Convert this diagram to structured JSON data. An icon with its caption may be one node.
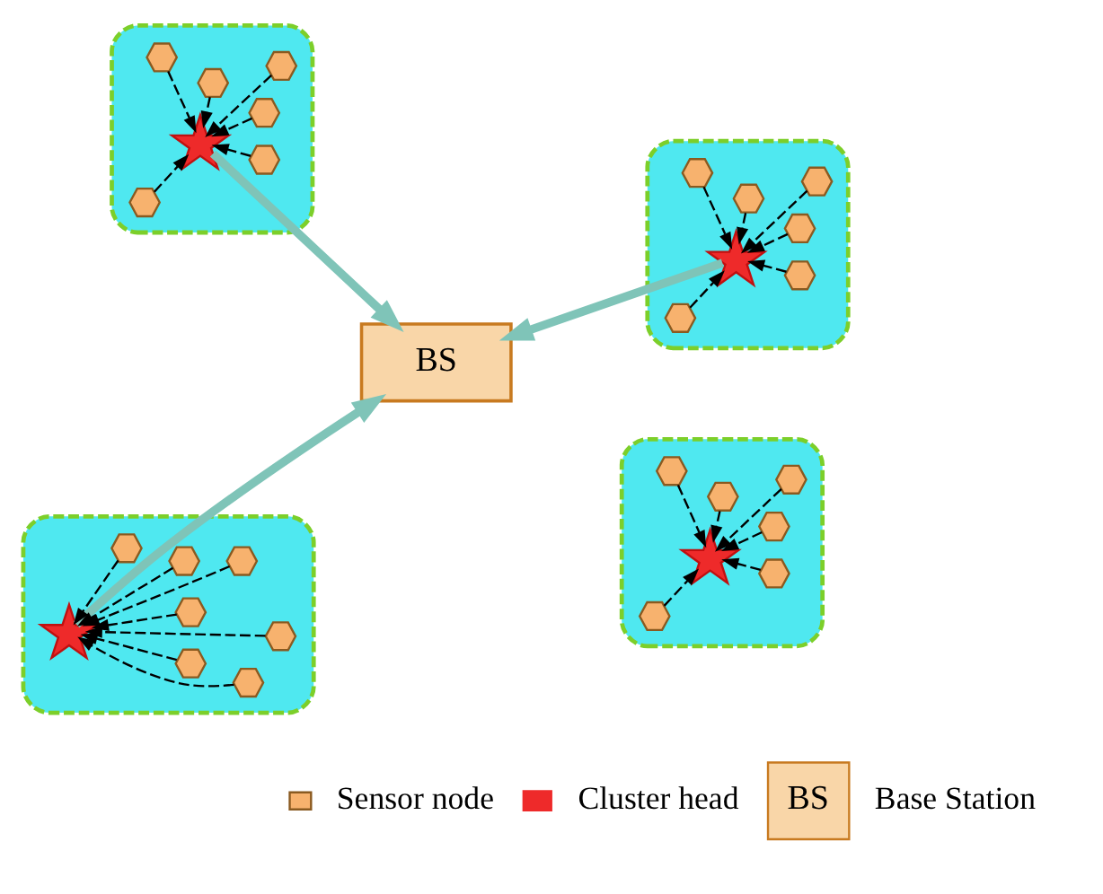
{
  "diagram": {
    "nodes": [
      {
        "text": [
          "BS"
        ]
      },
      {
        "text": [],
        "shape": "ellipse"
      },
      {
        "text": [],
        "shape": "star",
        "in": 1
      },
      {
        "text": [],
        "shape": "hexagon",
        "in": 1
      },
      {
        "text": [],
        "shape": "hexagon",
        "in": 1
      },
      {
        "text": [],
        "shape": "hexagon",
        "in": 1
      },
      {
        "text": [],
        "shape": "hexagon",
        "in": 1
      },
      {
        "text": [],
        "shape": "hexagon",
        "in": 1
      },
      {
        "text": [],
        "shape": "hexagon",
        "in": 1
      },
      {
        "text": [],
        "shape": "ellipse"
      },
      {
        "text": [],
        "shape": "star",
        "in": 9
      },
      {
        "text": [],
        "shape": "hexagon",
        "in": 9
      },
      {
        "text": [],
        "shape": "hexagon",
        "in": 9
      },
      {
        "text": [],
        "shape": "hexagon",
        "in": 9
      },
      {
        "text": [],
        "shape": "hexagon",
        "in": 9
      },
      {
        "text": [],
        "shape": "hexagon",
        "in": 9
      },
      {
        "text": [],
        "shape": "hexagon",
        "in": 9
      },
      {
        "text": [],
        "shape": "ellipse"
      },
      {
        "text": [],
        "shape": "star",
        "in": 17
      },
      {
        "text": [],
        "shape": "hexagon",
        "in": 17
      },
      {
        "text": [],
        "shape": "hexagon",
        "in": 17
      },
      {
        "text": [],
        "shape": "hexagon",
        "in": 17
      },
      {
        "text": [],
        "shape": "hexagon",
        "in": 17
      },
      {
        "text": [],
        "shape": "hexagon",
        "in": 17
      },
      {
        "text": [],
        "shape": "hexagon",
        "in": 17
      },
      {
        "text": [],
        "shape": "ellipse"
      },
      {
        "text": [],
        "shape": "star",
        "in": 25
      },
      {
        "text": [],
        "shape": "hexagon",
        "in": 25
      },
      {
        "text": [],
        "shape": "hexagon",
        "in": 25
      },
      {
        "text": [],
        "shape": "hexagon",
        "in": 25
      },
      {
        "text": [],
        "shape": "hexagon",
        "in": 25
      },
      {
        "text": [],
        "shape": "hexagon",
        "in": 25
      },
      {
        "text": [],
        "shape": "hexagon",
        "in": 25
      },
      {
        "text": [],
        "shape": "hexagon",
        "in": 25
      }
    ],
    "edges": [
      {
        "from": 10,
        "to": 0,
        "arrow": "to",
        "style": "thick",
        "color": "#7fc4b8"
      },
      {
        "from": 26,
        "to": 0,
        "arrow": "to",
        "style": "thick",
        "color": "#7fc4b8"
      },
      {
        "from": 18,
        "to": 0,
        "arrow": "to",
        "style": "thick",
        "color": "#7fc4b8"
      },
      {
        "from": 3,
        "to": 2,
        "arrow": "to",
        "style": "dashed"
      },
      {
        "from": 4,
        "to": 2,
        "arrow": "to",
        "style": "dashed"
      },
      {
        "from": 5,
        "to": 2,
        "arrow": "to",
        "style": "dashed"
      },
      {
        "from": 6,
        "to": 2,
        "arrow": "to",
        "style": "dashed"
      },
      {
        "from": 7,
        "to": 2,
        "arrow": "to",
        "style": "dashed"
      },
      {
        "from": 8,
        "to": 2,
        "arrow": "to",
        "style": "dashed"
      },
      {
        "from": 11,
        "to": 10,
        "arrow": "to",
        "style": "dashed"
      },
      {
        "from": 12,
        "to": 10,
        "arrow": "to",
        "style": "dashed"
      },
      {
        "from": 13,
        "to": 10,
        "arrow": "to",
        "style": "dashed"
      },
      {
        "from": 14,
        "to": 10,
        "arrow": "to",
        "style": "dashed"
      },
      {
        "from": 15,
        "to": 10,
        "arrow": "to",
        "style": "dashed"
      },
      {
        "from": 16,
        "to": 10,
        "arrow": "to",
        "style": "dashed"
      },
      {
        "from": 19,
        "to": 18,
        "arrow": "to",
        "style": "dashed"
      },
      {
        "from": 20,
        "to": 18,
        "arrow": "to",
        "style": "dashed"
      },
      {
        "from": 21,
        "to": 18,
        "arrow": "to",
        "style": "dashed"
      },
      {
        "from": 22,
        "to": 18,
        "arrow": "to",
        "style": "dashed"
      },
      {
        "from": 23,
        "to": 18,
        "arrow": "to",
        "style": "dashed"
      },
      {
        "from": 24,
        "to": 18,
        "arrow": "to",
        "style": "dashed"
      },
      {
        "from": 27,
        "to": 26,
        "arrow": "to",
        "style": "dashed"
      },
      {
        "from": 28,
        "to": 26,
        "arrow": "to",
        "style": "dashed"
      },
      {
        "from": 29,
        "to": 26,
        "arrow": "to",
        "style": "dashed"
      },
      {
        "from": 30,
        "to": 26,
        "arrow": "to",
        "style": "dashed"
      },
      {
        "from": 31,
        "to": 26,
        "arrow": "to",
        "style": "dashed"
      },
      {
        "from": 32,
        "to": 26,
        "arrow": "to",
        "style": "dashed"
      },
      {
        "from": 33,
        "to": 26,
        "arrow": "to",
        "style": "dashed"
      }
    ],
    "labels": [
      "BS"
    ],
    "legend": [
      {
        "text": "Sensor node"
      },
      {
        "text": "Cluster head"
      },
      {
        "text": "Base Station"
      }
    ]
  }
}
